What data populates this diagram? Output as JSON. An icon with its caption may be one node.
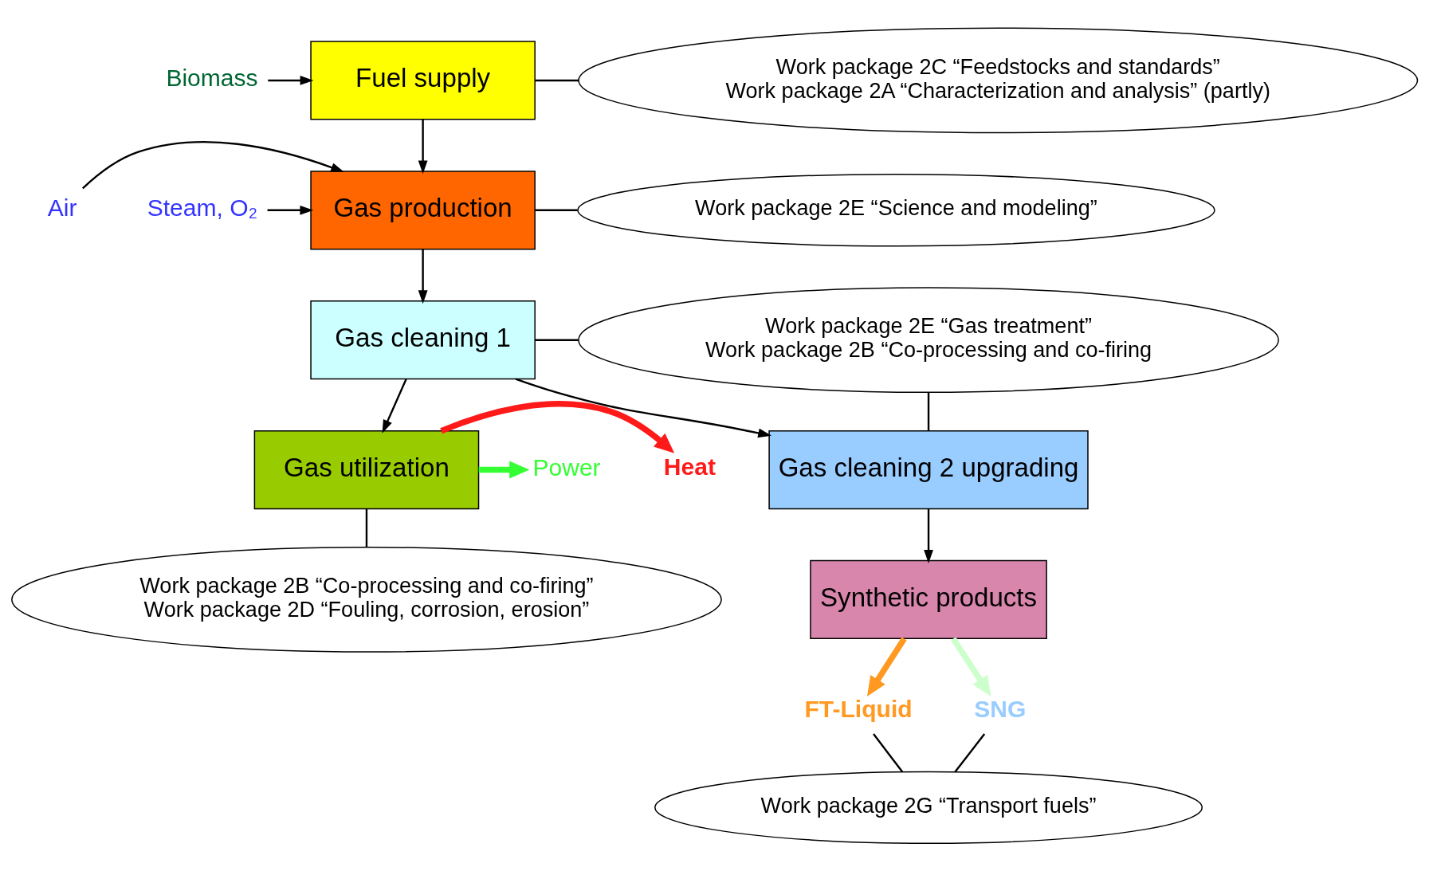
{
  "diagram": {
    "nodes": [
      {
        "text": [
          "Fuel supply"
        ]
      },
      {
        "text": [
          "Gas production"
        ]
      },
      {
        "text": [
          "Gas cleaning 1"
        ]
      },
      {
        "text": [
          "Gas cleaning 2 upgrading"
        ]
      },
      {
        "text": [
          "Synthetic products"
        ]
      },
      {
        "text": [
          "Gas utilization"
        ]
      },
      {
        "text": [
          "Work package 2C “Feedstocks and standards”",
          "Work package 2A “Characterization and analysis” (partly)"
        ]
      },
      {
        "text": [
          "Work package 2E “Science and modeling”"
        ]
      },
      {
        "text": [
          "Work package 2E “Gas treatment”",
          "Work package 2B “Co-processing and co-firing"
        ]
      },
      {
        "text": [
          "Work package 2B “Co-processing and co-firing”",
          "Work package 2D “Fouling, corrosion, erosion”"
        ]
      },
      {
        "text": [
          "Work package 2G “Transport fuels”"
        ]
      },
      {
        "text": [
          "Biomass"
        ]
      },
      {
        "text": [
          "Air"
        ]
      },
      {
        "text": [
          "Steam, O₂"
        ]
      },
      {
        "text": [
          "Power"
        ]
      },
      {
        "text": [
          "Heat"
        ]
      },
      {
        "text": [
          "FT-Liquid"
        ]
      },
      {
        "text": [
          "SNG"
        ]
      }
    ],
    "edges": [
      {
        "from": 11,
        "to": 0,
        "arrow": "to"
      },
      {
        "from": 12,
        "to": 1,
        "arrow": "to"
      },
      {
        "from": 13,
        "to": 1,
        "arrow": "to"
      },
      {
        "from": 0,
        "to": 1,
        "arrow": "to"
      },
      {
        "from": 1,
        "to": 2,
        "arrow": "to"
      },
      {
        "from": 2,
        "to": 3,
        "arrow": "to"
      },
      {
        "from": 3,
        "to": 4,
        "arrow": "to"
      },
      {
        "from": 2,
        "to": 5,
        "arrow": "to"
      },
      {
        "from": 0,
        "to": 6,
        "arrow": "none"
      },
      {
        "from": 1,
        "to": 7,
        "arrow": "none"
      },
      {
        "from": 2,
        "to": 8,
        "arrow": "none"
      },
      {
        "from": 3,
        "to": 8,
        "arrow": "none"
      },
      {
        "from": 5,
        "to": 9,
        "arrow": "none"
      },
      {
        "from": 5,
        "to": 14,
        "arrow": "to",
        "style": "thick",
        "color": "#33ff33"
      },
      {
        "from": 5,
        "to": 15,
        "arrow": "to",
        "style": "thick",
        "color": "#ff1a1a"
      },
      {
        "from": 4,
        "to": 16,
        "arrow": "to",
        "style": "thick",
        "color": "#ff9922"
      },
      {
        "from": 4,
        "to": 17,
        "arrow": "to",
        "style": "thick",
        "color": "#ccffcc"
      },
      {
        "from": 16,
        "to": 10,
        "arrow": "none"
      },
      {
        "from": 17,
        "to": 10,
        "arrow": "none"
      }
    ]
  }
}
